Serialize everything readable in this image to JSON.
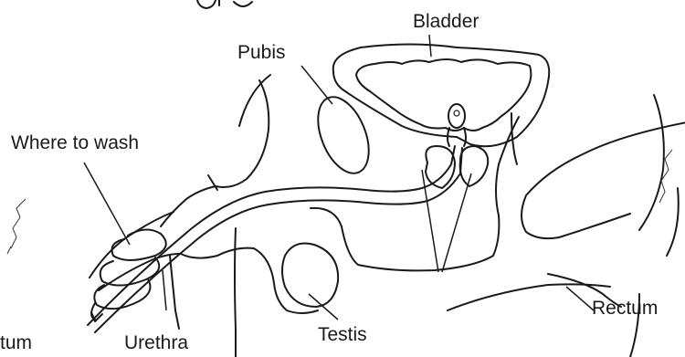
{
  "labels": {
    "bladder": "Bladder",
    "pubis": "Pubis",
    "where_to_wash": "Where to wash",
    "urethra": "Urethra",
    "testis": "Testis",
    "rectum": "Rectum",
    "scrotum_partial": "tum"
  },
  "colors": {
    "ink": "#1a1a1a",
    "background": "#ffffff"
  }
}
